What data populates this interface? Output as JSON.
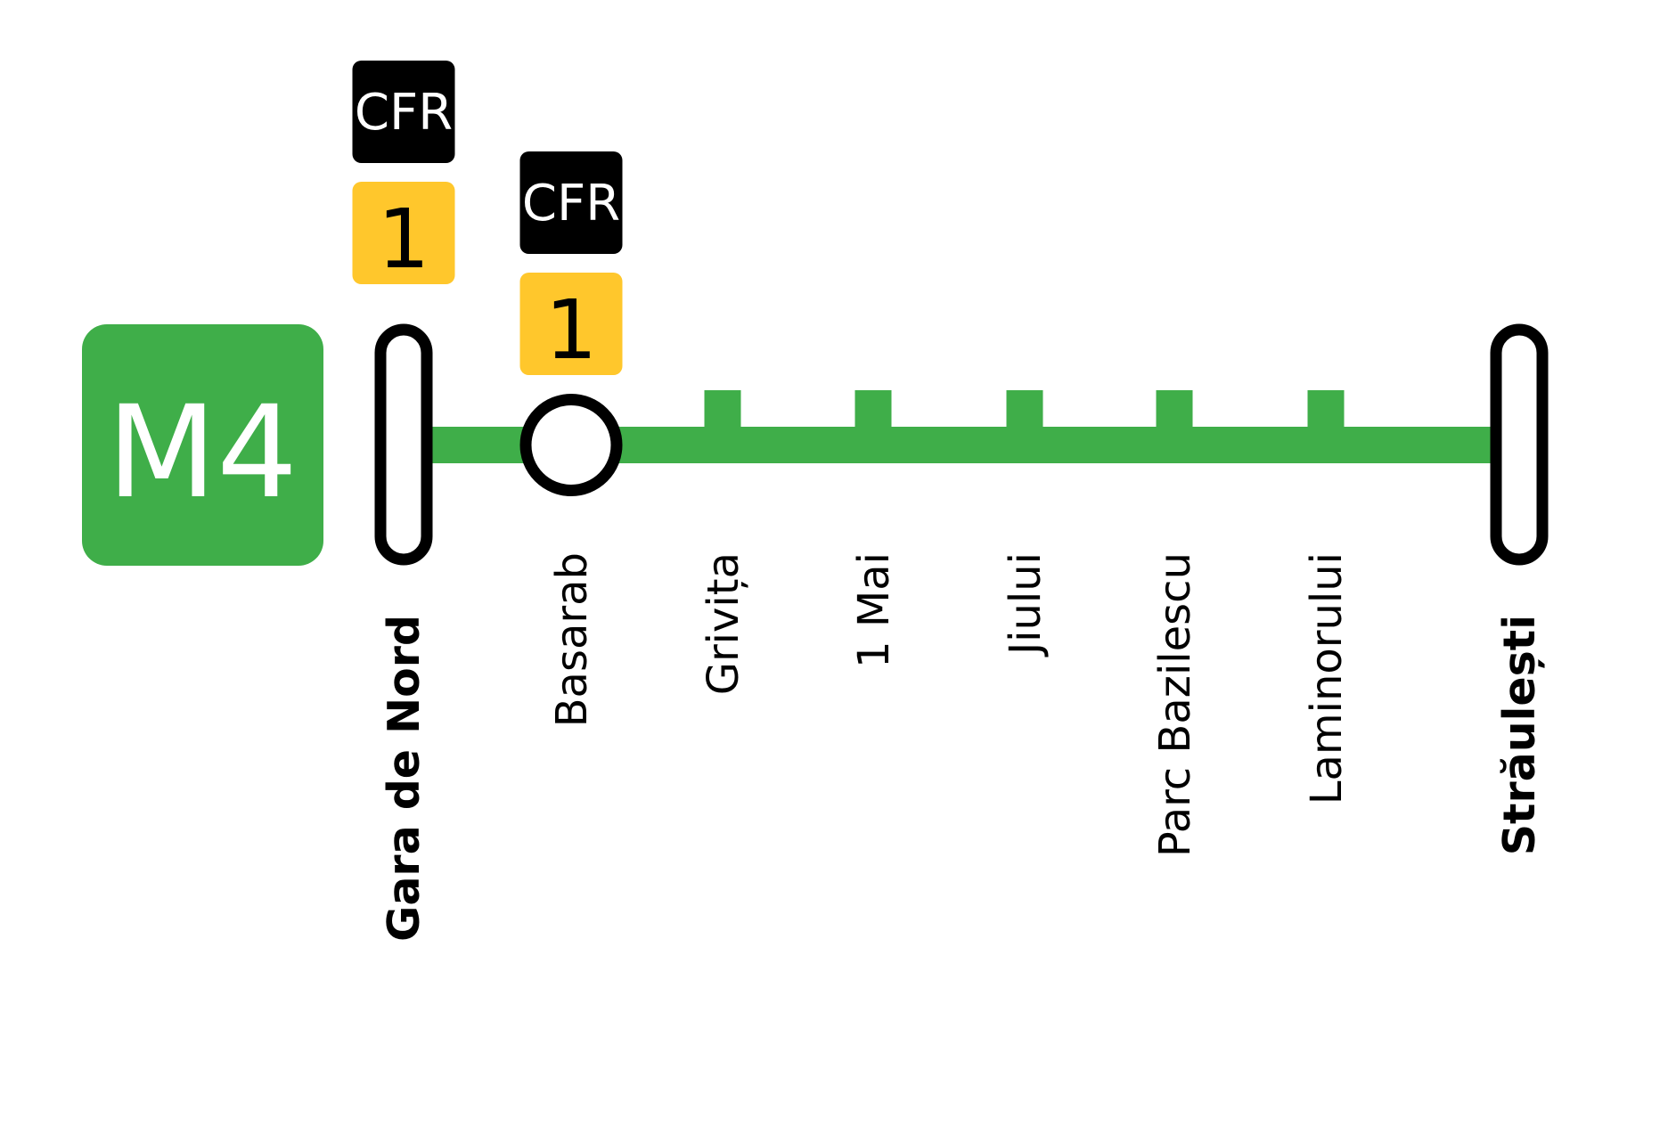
{
  "line": {
    "name": "M4",
    "color": "#3fae49",
    "text_color": "#ffffff"
  },
  "stations": [
    {
      "name": "Gara de Nord",
      "type": "terminus",
      "bold": true,
      "connections": [
        {
          "label": "CFR",
          "kind": "rail",
          "bg": "#000000",
          "fg": "#ffffff"
        },
        {
          "label": "1",
          "kind": "metro-line",
          "bg": "#ffc72c",
          "fg": "#000000"
        }
      ]
    },
    {
      "name": "Basarab",
      "type": "interchange",
      "bold": false,
      "connections": [
        {
          "label": "CFR",
          "kind": "rail",
          "bg": "#000000",
          "fg": "#ffffff"
        },
        {
          "label": "1",
          "kind": "metro-line",
          "bg": "#ffc72c",
          "fg": "#000000"
        }
      ]
    },
    {
      "name": "Grivița",
      "type": "stop",
      "bold": false,
      "connections": []
    },
    {
      "name": "1 Mai",
      "type": "stop",
      "bold": false,
      "connections": []
    },
    {
      "name": "Jiului",
      "type": "stop",
      "bold": false,
      "connections": []
    },
    {
      "name": "Parc Bazilescu",
      "type": "stop",
      "bold": false,
      "connections": []
    },
    {
      "name": "Laminorului",
      "type": "stop",
      "bold": false,
      "connections": []
    },
    {
      "name": "Străulești",
      "type": "terminus",
      "bold": true,
      "connections": []
    }
  ]
}
